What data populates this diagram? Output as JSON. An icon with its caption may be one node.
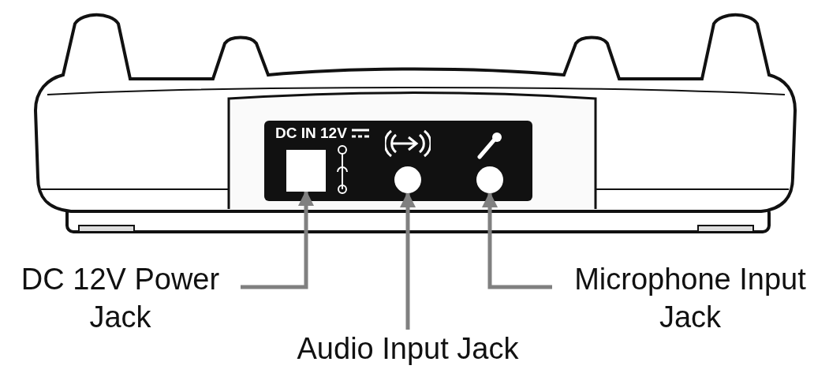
{
  "diagram": {
    "nodes": [
      {
        "text": [
          "DC 12V Power Jack"
        ]
      },
      {
        "text": [],
        "shape": "box"
      },
      {
        "text": [
          "Audio Input Jack"
        ]
      },
      {
        "text": [],
        "shape": "circle"
      },
      {
        "text": [
          "Microphone Input Jack"
        ]
      },
      {
        "text": [],
        "shape": "circle"
      }
    ],
    "edges": [
      {
        "from": 0,
        "to": 1,
        "arrow": "to"
      },
      {
        "from": 2,
        "to": 3,
        "arrow": "to"
      },
      {
        "from": 4,
        "to": 5,
        "arrow": "to"
      }
    ],
    "labels": [
      "DC IN 12V"
    ]
  }
}
